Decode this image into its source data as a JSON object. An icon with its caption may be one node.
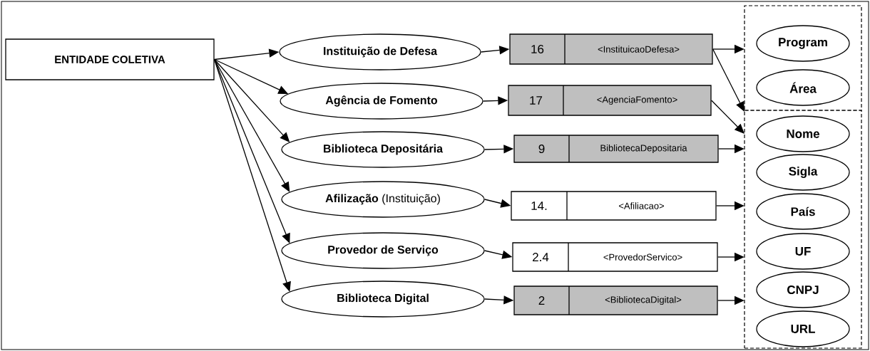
{
  "diagram": {
    "nodes": [
      {
        "text": [
          "ENTIDADE COLETIVA"
        ]
      },
      {
        "text": [
          "Instituição de Defesa"
        ]
      },
      {
        "text": [
          "Agência de Fomento"
        ]
      },
      {
        "text": [
          "Biblioteca Depositária"
        ]
      },
      {
        "text": [
          "**Afilização** (Instituição)"
        ]
      },
      {
        "text": [
          "Provedor de Serviço"
        ]
      },
      {
        "text": [
          "Biblioteca Digital"
        ]
      },
      {
        "text": [
          "16",
          "<InstituicaoDefesa>"
        ]
      },
      {
        "text": [
          "17",
          "<AgenciaFomento>"
        ]
      },
      {
        "text": [
          "9",
          "BibliotecaDepositaria"
        ]
      },
      {
        "text": [
          "14.",
          "<Afiliacao>"
        ]
      },
      {
        "text": [
          "2.4",
          "<ProvedorServico>"
        ]
      },
      {
        "text": [
          "2",
          "<BibliotecaDigital>"
        ]
      },
      {
        "text": [],
        "shape": "box"
      },
      {
        "text": [
          "Program"
        ],
        "in": 13
      },
      {
        "text": [
          "Área"
        ],
        "in": 13
      },
      {
        "text": [],
        "shape": "box"
      },
      {
        "text": [
          "Nome"
        ],
        "in": 16
      },
      {
        "text": [
          "Sigla"
        ],
        "in": 16
      },
      {
        "text": [
          "País"
        ],
        "in": 16
      },
      {
        "text": [
          "UF"
        ],
        "in": 16
      },
      {
        "text": [
          "CNPJ"
        ],
        "in": 16
      },
      {
        "text": [
          "URL"
        ],
        "in": 16
      }
    ],
    "edges": [
      {
        "from": 0,
        "to": 1,
        "arrow": "to"
      },
      {
        "from": 0,
        "to": 2,
        "arrow": "to"
      },
      {
        "from": 0,
        "to": 3,
        "arrow": "to"
      },
      {
        "from": 0,
        "to": 4,
        "arrow": "to"
      },
      {
        "from": 0,
        "to": 5,
        "arrow": "to"
      },
      {
        "from": 0,
        "to": 6,
        "arrow": "to"
      },
      {
        "from": 1,
        "to": 7,
        "arrow": "to"
      },
      {
        "from": 2,
        "to": 8,
        "arrow": "to"
      },
      {
        "from": 3,
        "to": 9,
        "arrow": "to"
      },
      {
        "from": 4,
        "to": 10,
        "arrow": "to"
      },
      {
        "from": 5,
        "to": 11,
        "arrow": "to"
      },
      {
        "from": 6,
        "to": 12,
        "arrow": "to"
      },
      {
        "from": 7,
        "to": 13,
        "arrow": "to"
      },
      {
        "from": 7,
        "to": 16,
        "arrow": "to"
      },
      {
        "from": 8,
        "to": 16,
        "arrow": "to"
      },
      {
        "from": 9,
        "to": 16,
        "arrow": "to"
      },
      {
        "from": 10,
        "to": 16,
        "arrow": "to"
      },
      {
        "from": 11,
        "to": 16,
        "arrow": "to"
      },
      {
        "from": 12,
        "to": 16,
        "arrow": "to"
      }
    ]
  }
}
